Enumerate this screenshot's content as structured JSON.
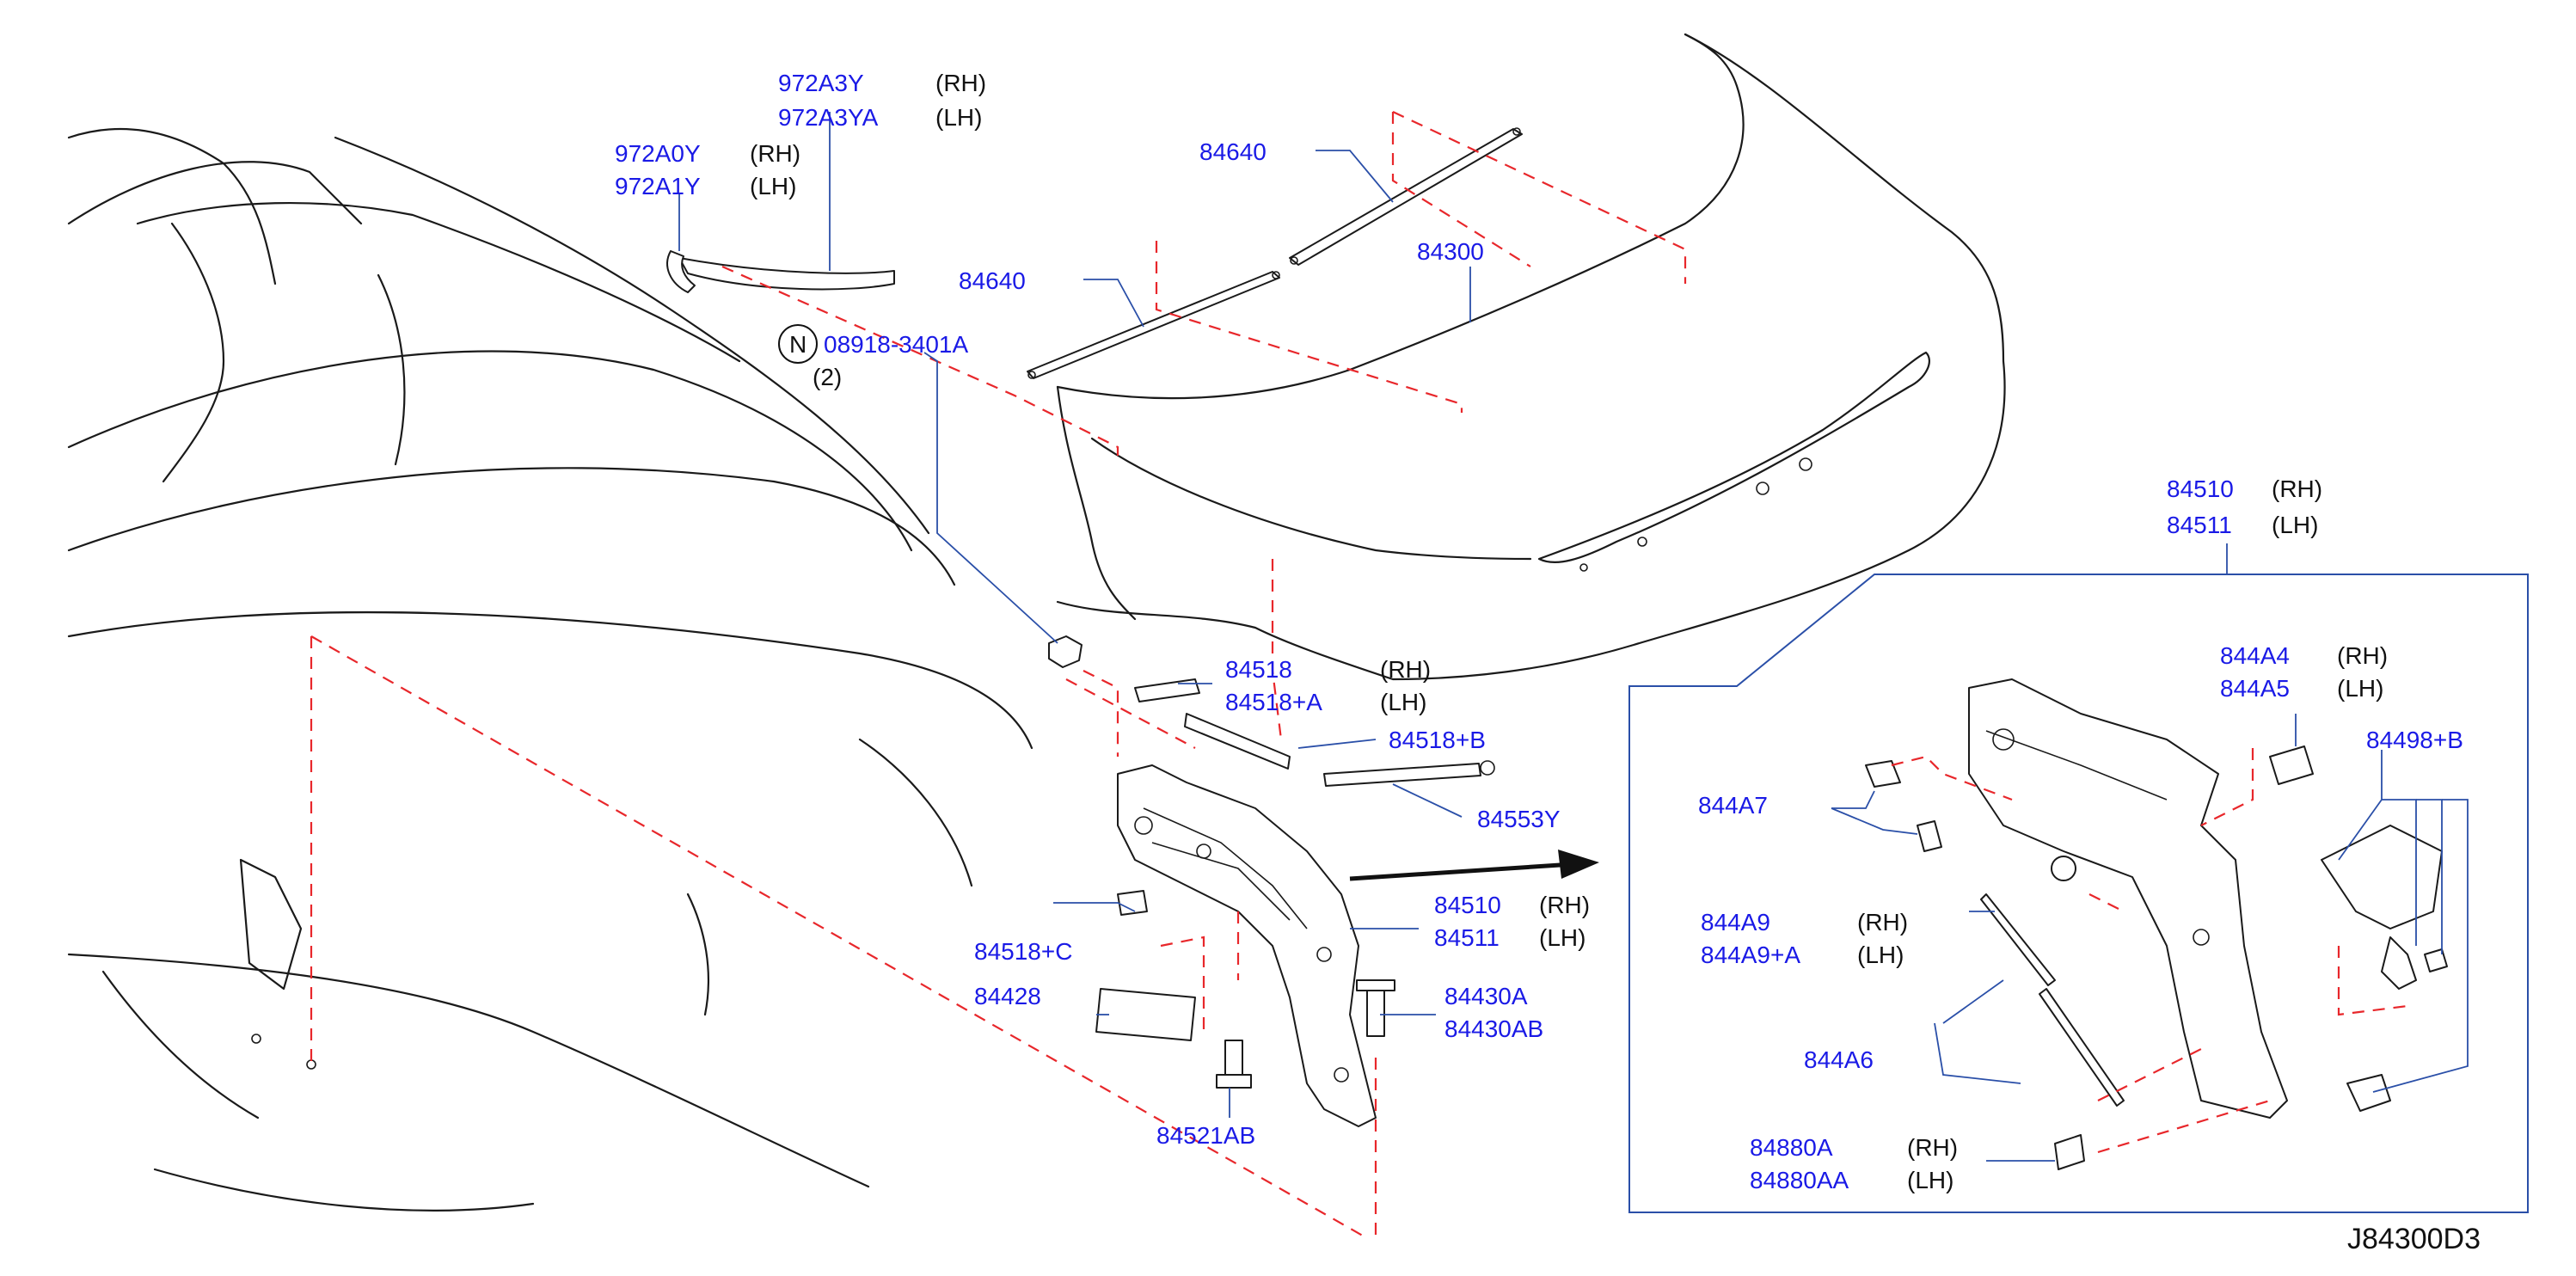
{
  "diagram_code": "J84300D3",
  "callouts": {
    "hinge_set_rh": "84510",
    "hinge_set_rh_side": "(RH)",
    "hinge_set_lh": "84511",
    "hinge_set_lh_side": "(LH)",
    "seal_top_rh": "972A3Y",
    "seal_top_rh_side": "(RH)",
    "seal_top_lh": "972A3YA",
    "seal_top_lh_side": "(LH)",
    "seal_rh": "972A0Y",
    "seal_rh_side": "(RH)",
    "seal_lh": "972A1Y",
    "seal_lh_side": "(LH)",
    "torsion_bar_top": "84640",
    "torsion_bar_left": "84640",
    "trunk_lid": "84300",
    "nut_circle": "N",
    "nut_part": "08918-3401A",
    "nut_qty": "(2)",
    "bracket_rh": "84518",
    "bracket_rh_side": "(RH)",
    "bracket_lh": "84518+A",
    "bracket_lh_side": "(LH)",
    "bracket_b": "84518+B",
    "stay": "84553Y",
    "hinge_rh": "84510",
    "hinge_rh_side": "(RH)",
    "hinge_lh": "84511",
    "hinge_lh_side": "(LH)",
    "bracket_c": "84518+C",
    "label_84428": "84428",
    "bolt_a": "84430A",
    "bolt_ab": "84430AB",
    "screw": "84521AB",
    "part_844a4": "844A4",
    "part_844a4_side": "(RH)",
    "part_844a5": "844A5",
    "part_844a5_side": "(LH)",
    "part_84498b": "84498+B",
    "part_844a7": "844A7",
    "part_844a9": "844A9",
    "part_844a9_side": "(RH)",
    "part_844a9a": "844A9+A",
    "part_844a9a_side": "(LH)",
    "part_844a6": "844A6",
    "bolt_880a": "84880A",
    "bolt_880a_side": "(RH)",
    "bolt_880aa": "84880AA",
    "bolt_880aa_side": "(LH)"
  }
}
